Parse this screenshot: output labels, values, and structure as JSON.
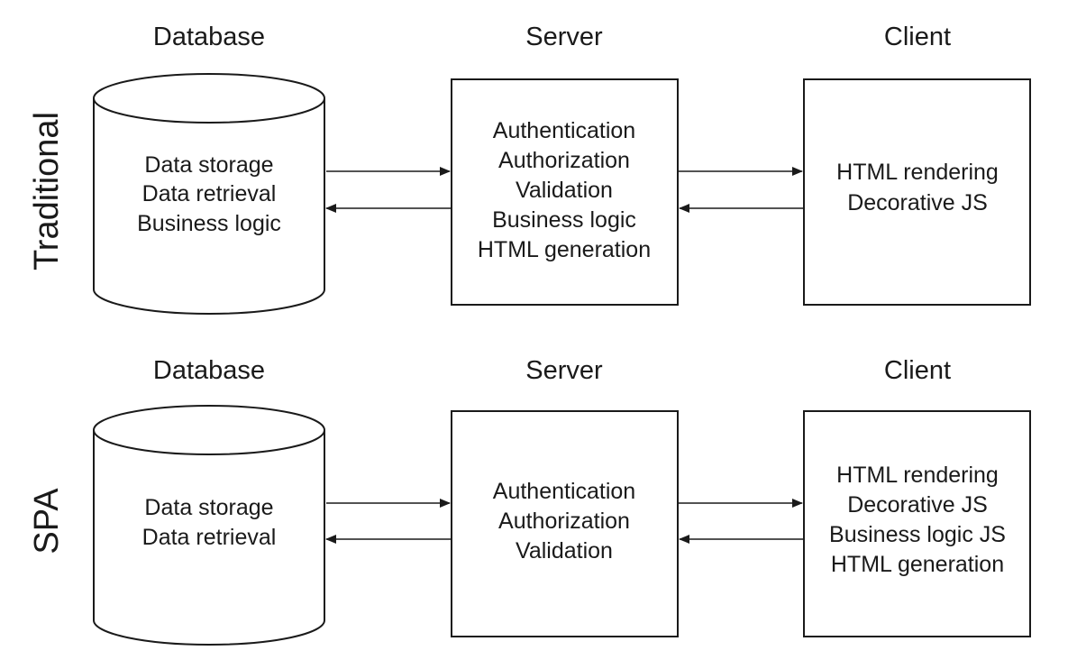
{
  "rows": [
    {
      "label": "Traditional",
      "database": {
        "title": "Database",
        "lines": [
          "Data storage",
          "Data retrieval",
          "Business logic"
        ]
      },
      "server": {
        "title": "Server",
        "lines": [
          "Authentication",
          "Authorization",
          "Validation",
          "Business logic",
          "HTML generation"
        ]
      },
      "client": {
        "title": "Client",
        "lines": [
          "HTML rendering",
          "Decorative JS"
        ]
      }
    },
    {
      "label": "SPA",
      "database": {
        "title": "Database",
        "lines": [
          "Data storage",
          "Data retrieval"
        ]
      },
      "server": {
        "title": "Server",
        "lines": [
          "Authentication",
          "Authorization",
          "Validation"
        ]
      },
      "client": {
        "title": "Client",
        "lines": [
          "HTML rendering",
          "Decorative JS",
          "Business logic JS",
          "HTML generation"
        ]
      }
    }
  ]
}
